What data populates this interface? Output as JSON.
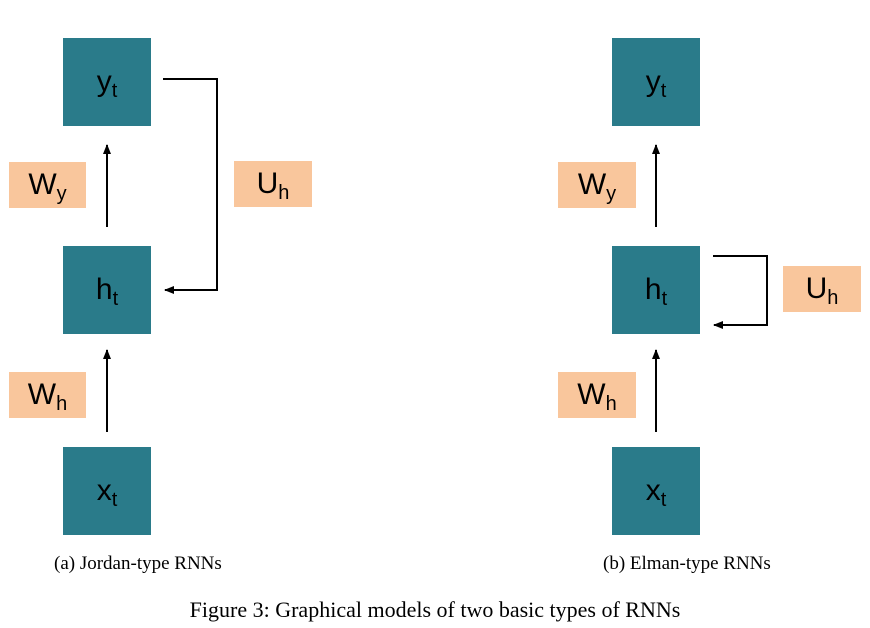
{
  "jordan": {
    "caption": "(a) Jordan-type RNNs",
    "y": {
      "main": "y",
      "sub": "t"
    },
    "h": {
      "main": "h",
      "sub": "t"
    },
    "x": {
      "main": "x",
      "sub": "t"
    },
    "wy": {
      "main": "W",
      "sub": "y"
    },
    "wh": {
      "main": "W",
      "sub": "h"
    },
    "uh": {
      "main": "U",
      "sub": "h"
    }
  },
  "elman": {
    "caption": "(b) Elman-type RNNs",
    "y": {
      "main": "y",
      "sub": "t"
    },
    "h": {
      "main": "h",
      "sub": "t"
    },
    "x": {
      "main": "x",
      "sub": "t"
    },
    "wy": {
      "main": "W",
      "sub": "y"
    },
    "wh": {
      "main": "W",
      "sub": "h"
    },
    "uh": {
      "main": "U",
      "sub": "h"
    }
  },
  "figure_caption": "Figure 3: Graphical models of two basic types of RNNs",
  "colors": {
    "node": "#2a7b8a",
    "label_box": "#f9c69c",
    "arrow": "#000000"
  }
}
